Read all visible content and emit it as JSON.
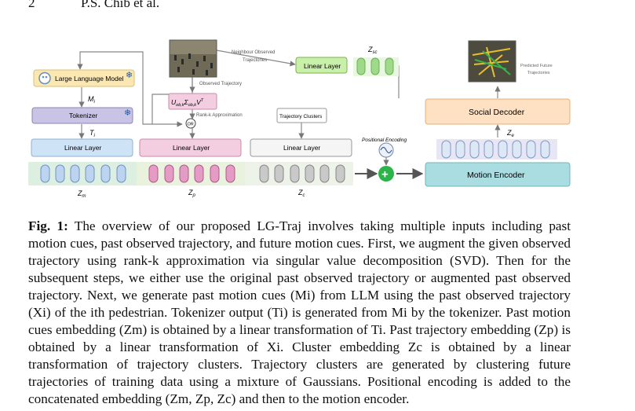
{
  "header": {
    "page_number": "2",
    "authors": "P.S. Chib et al."
  },
  "figure": {
    "llm_label": "Large Language Model",
    "tokenizer_label": "Tokenizer",
    "mi_label": "M",
    "mi_sub": "i",
    "ti_label": "T",
    "ti_sub": "i",
    "linear_layer": "Linear Layer",
    "svd_base": "U",
    "svd_label_rest": "Σ",
    "svd_v": "V",
    "svd_sub": "ob,k",
    "svd_sup": "T",
    "observed_trajectory": "Observed Trajectory",
    "rank_k": "Rank-k Approximation",
    "or_label": "OR",
    "neighbour_line1": "Neighbour Observed",
    "neighbour_line2": "Trajectories",
    "trajectory_clusters": "Trajectory Clusters",
    "zsc_base": "Z",
    "zsc_sub": "sc",
    "predicted_line1": "Predicted Future",
    "predicted_line2": "Trajectories",
    "social_decoder": "Social Decoder",
    "ze_base": "Z",
    "ze_sub": "e",
    "positional_encoding": "Positional Encoding",
    "motion_encoder": "Motion Encoder",
    "zm_base": "Z",
    "zm_sub": "m",
    "zp_base": "Z",
    "zp_sub": "p",
    "zc_base": "Z",
    "zc_sub": "c",
    "snowflake": "❄",
    "plus": "+",
    "colors": {
      "llm_fill": "#fbe7b0",
      "tokenizer_fill": "#c9c4e6",
      "linear_blue": "#cfe3f7",
      "linear_pink": "#f3cde0",
      "linear_green": "#c8f0a8",
      "social_fill": "#fde1c2",
      "motion_fill": "#a9dde1",
      "green_plus": "#2cb34a"
    }
  },
  "caption": {
    "label": "Fig. 1:",
    "text": " The overview of our proposed LG-Traj involves taking multiple inputs including past motion cues, past observed trajectory, and future motion cues. First, we augment the given observed trajectory using rank-k approximation via singular value decomposition (SVD). Then for the subsequent steps, we either use the original past observed trajectory or augmented past observed trajectory. Next, we generate past motion cues (Mi) from LLM using the past observed trajectory (Xi) of the ith pedestrian. Tokenizer output (Ti) is generated from Mi by the tokenizer. Past motion cues embedding (Zm) is obtained by a linear transformation of Ti. Past trajectory embedding (Zp) is obtained by a linear transformation of Xi. Cluster embedding Zc is obtained by a linear transformation of trajectory clusters. Trajectory clusters are generated by clustering future trajectories of training data using a mixture of Gaussians. Positional encoding is added to the concatenated embedding (Zm, Zp, Zc) and then to the motion encoder."
  }
}
